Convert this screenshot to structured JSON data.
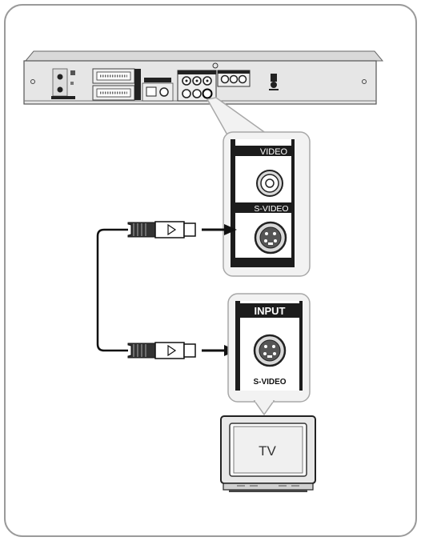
{
  "player_panel": {
    "video_label": "VIDEO",
    "svideo_label": "S-VIDEO"
  },
  "tv_panel": {
    "input_label": "INPUT",
    "svideo_label": "S-VIDEO"
  },
  "tv": {
    "label": "TV"
  },
  "colors": {
    "frame_border": "#9a9a9a",
    "callout_border": "#a8a8a8",
    "callout_fill": "#f2f2f2",
    "device_fill": "#e4e4e4",
    "dark": "#1c1c1c",
    "cable": "#111111"
  }
}
